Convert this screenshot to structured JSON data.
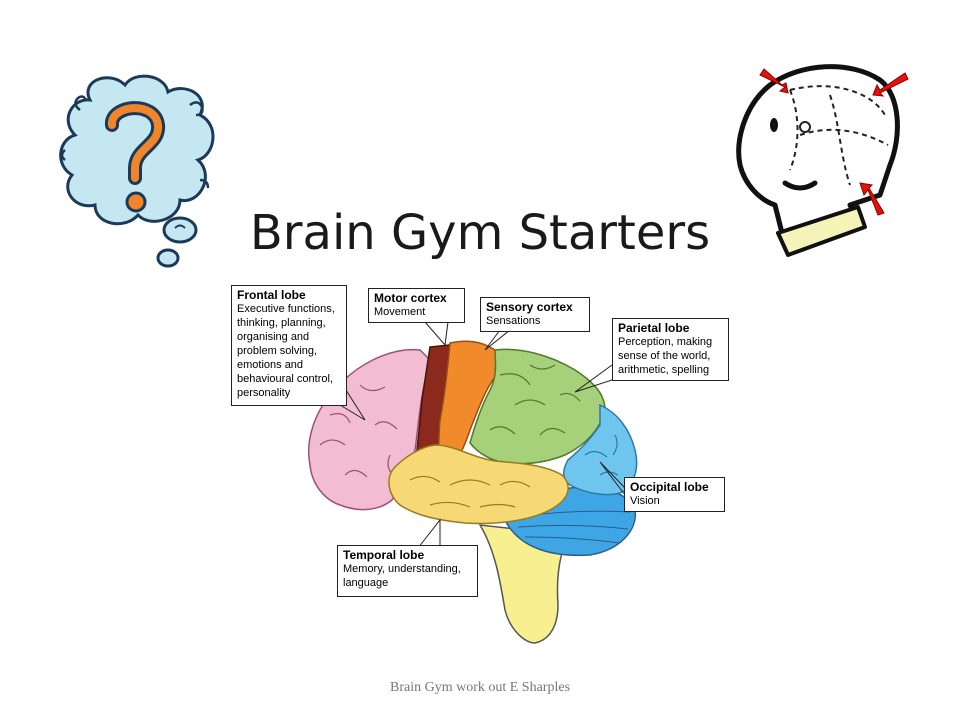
{
  "slide": {
    "title": "Brain Gym Starters",
    "footer": "Brain Gym work out  E Sharples"
  },
  "labels": {
    "frontal": {
      "title": "Frontal lobe",
      "desc": "Executive functions, thinking, planning, organising and problem solving, emotions and behavioural control, personality"
    },
    "motor": {
      "title": "Motor cortex",
      "desc": "Movement"
    },
    "sensory": {
      "title": "Sensory cortex",
      "desc": "Sensations"
    },
    "parietal": {
      "title": "Parietal lobe",
      "desc": "Perception, making sense of the world, arithmetic, spelling"
    },
    "occipital": {
      "title": "Occipital lobe",
      "desc": "Vision"
    },
    "temporal": {
      "title": "Temporal lobe",
      "desc": "Memory, understanding, language"
    }
  },
  "colors": {
    "frontal": "#f2bcd3",
    "motor": "#8b2a1c",
    "sensory": "#f08a2a",
    "parietal": "#a6d07a",
    "occipital": "#6ec6ee",
    "temporal": "#f6d874",
    "cerebellum": "#3fa6e6",
    "brainstem": "#f8f090",
    "cloud": "#c4e7f2",
    "question_mark": "#f0852a",
    "arrow": "#e3120b",
    "collar": "#f5f3b8"
  }
}
